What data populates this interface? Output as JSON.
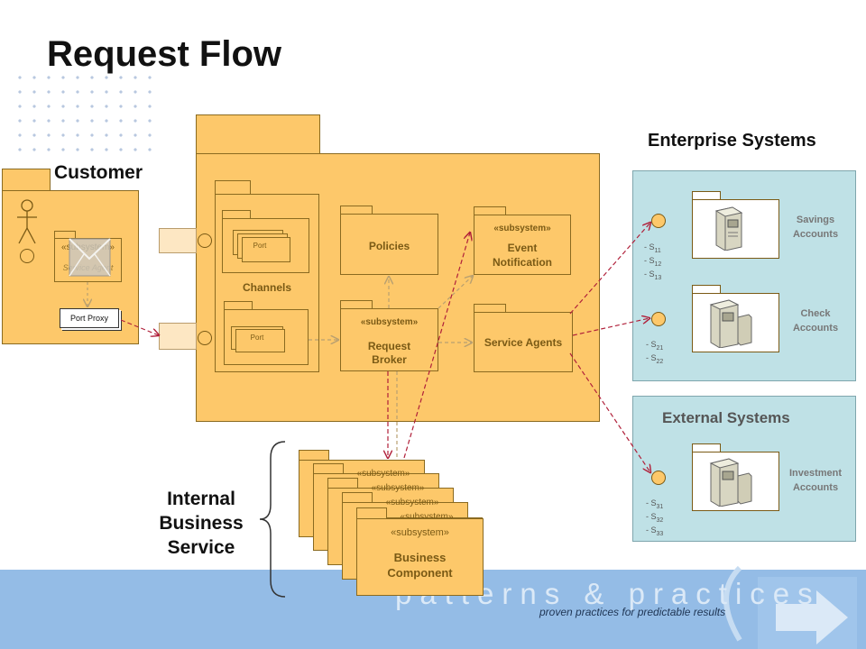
{
  "title": "Request Flow",
  "sections": {
    "customer": "Customer",
    "enterprise_systems": "Enterprise Systems",
    "external_systems": "External Systems",
    "internal_business_service": [
      "Internal",
      "Business",
      "Service"
    ]
  },
  "customer": {
    "service_agent_stereotype": "«subsystem»",
    "service_agent": "Service Agent",
    "port_proxy": "Port Proxy"
  },
  "channels": {
    "label": "Channels",
    "port_top": "Port",
    "port_bottom": "Port"
  },
  "policies": "Policies",
  "event_notification": {
    "stereotype": "«subsystem»",
    "line1": "Event",
    "line2": "Notification"
  },
  "request_broker": {
    "stereotype": "«subsystem»",
    "line1": "Request",
    "line2": "Broker"
  },
  "service_agents": "Service Agents",
  "enterprise": {
    "savings": [
      "Savings",
      "Accounts"
    ],
    "savings_items": [
      "- S",
      "11",
      "- S",
      "12",
      "- S",
      "13"
    ],
    "check": [
      "Check",
      "Accounts"
    ],
    "check_items": [
      "- S",
      "21",
      "- S",
      "22"
    ]
  },
  "external": {
    "investment": [
      "Investment",
      "Accounts"
    ],
    "investment_items": [
      "- S",
      "31",
      "- S",
      "32",
      "- S",
      "33"
    ]
  },
  "business_component": {
    "stereotype": "«subsystem»",
    "stereotype_partial": "«subsystem»",
    "line1": "Business",
    "line2": "Component"
  },
  "footer": {
    "brand": "patterns & practices",
    "tagline": "proven practices for predictable results"
  },
  "colors": {
    "subsystem_fill": "#fdc86a",
    "system_panel": "#bfe1e6",
    "footer": "#94bce6",
    "arrow": "#b0203a"
  }
}
